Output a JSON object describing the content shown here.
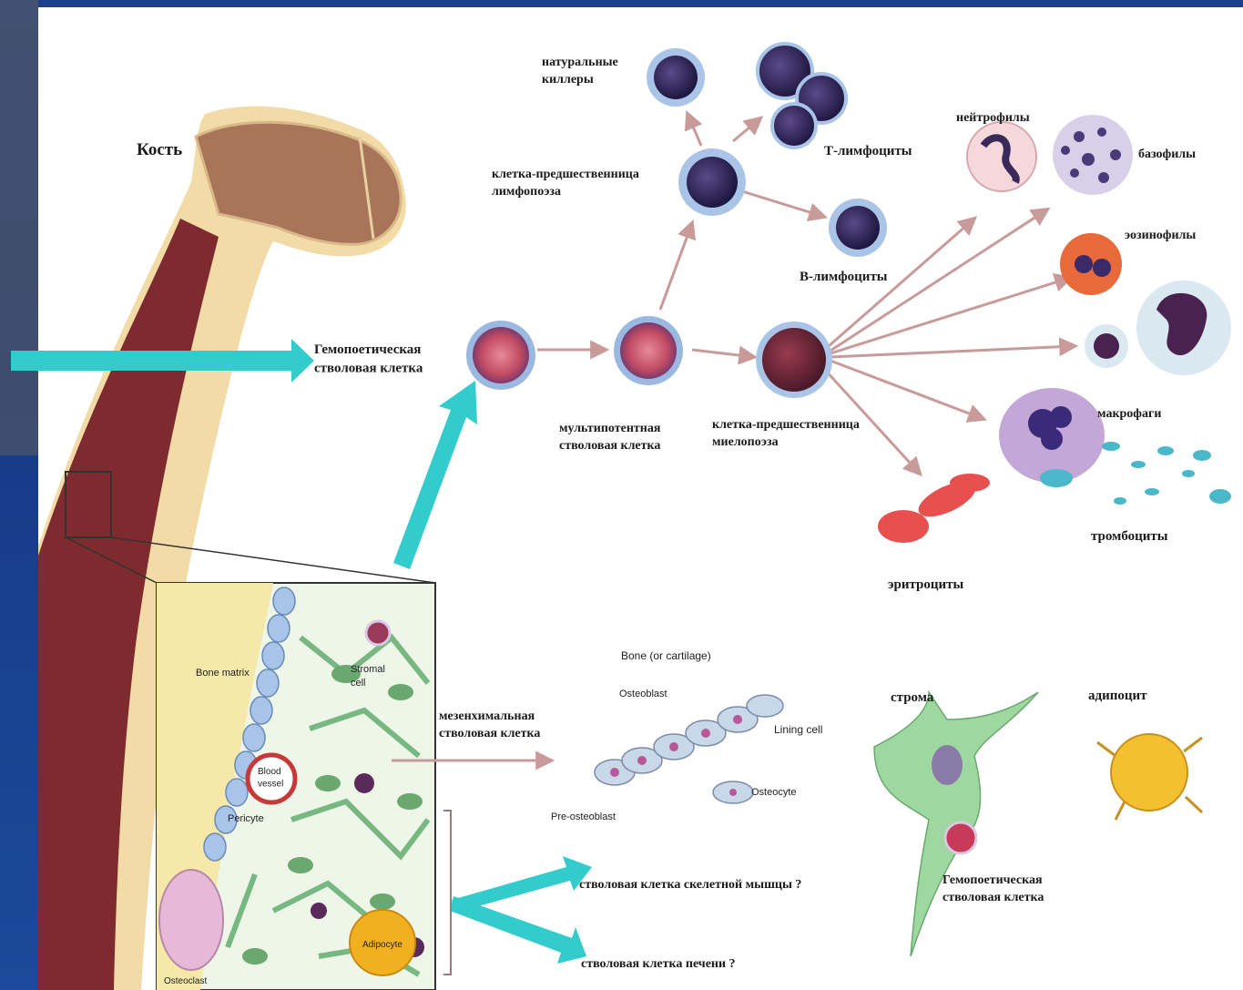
{
  "labels": {
    "bone": "Кость",
    "hsc_top": "Гемопоетическая\nстволовая клетка",
    "nk": "натуральные\nкиллеры",
    "t_lymph": "Т-лимфоциты",
    "lymph_progenitor": "клетка-предшественница\nлимфопоэза",
    "b_lymph": "В-лимфоциты",
    "multipotent": "мультипотентная\nстволовая клетка",
    "myelo_progenitor": "клетка-предшественница\nмиелопоэза",
    "neutrophils": "нейтрофилы",
    "basophils": "базофилы",
    "eosinophils": "эозинофилы",
    "macrophages": "макрофаги",
    "platelets": "тромбоциты",
    "erythrocytes": "эритроциты",
    "msc": "мезенхимальная\nстволовая клетка",
    "bone_cartilage": "Bone (or cartilage)",
    "osteoblast": "Osteoblast",
    "lining_cell": "Lining cell",
    "osteocyte": "Osteocyte",
    "pre_osteoblast": "Pre-osteoblast",
    "stroma": "строма",
    "adipocyte_ru": "адипоцит",
    "hsc_stroma": "Гемопоетическая\nстволовая клетка",
    "skeletal_muscle": "стволовая клетка скелетной мышцы ?",
    "liver": "стволовая клетка печени ?",
    "bone_matrix": "Bone\nmatrix",
    "stromal_cell": "Stromal\ncell",
    "blood_vessel": "Blood\nvessel",
    "pericyte": "Pericyte",
    "osteoclast": "Osteoclast",
    "adipocyte_en": "Adipocyte"
  },
  "colors": {
    "background": "#1d3f8c",
    "arrow_teal": "#33cccc",
    "flow_arrow": "#c89a9a"
  }
}
